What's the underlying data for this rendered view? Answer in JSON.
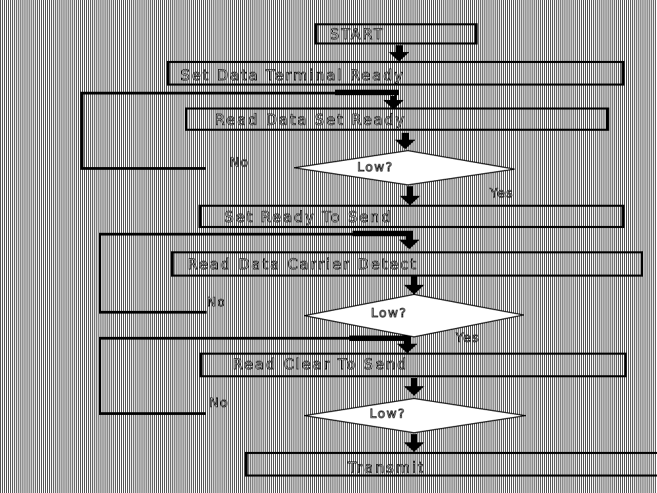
{
  "flowchart": {
    "steps": {
      "start": "START",
      "set_dtr": "Set Data Terminal Ready",
      "read_dsr": "Read Data Set Ready",
      "set_rts": "Set Ready To Send",
      "read_dcd": "Read Data Carrier Detect",
      "read_cts": "Read Clear To  Send",
      "transmit": "Transmit"
    },
    "decisions": [
      {
        "question": "Low?",
        "no_label": "No",
        "yes_label": "Yes"
      },
      {
        "question": "Low?",
        "no_label": "No",
        "yes_label": "Yes"
      },
      {
        "question": "Low?",
        "no_label": "No"
      }
    ]
  }
}
